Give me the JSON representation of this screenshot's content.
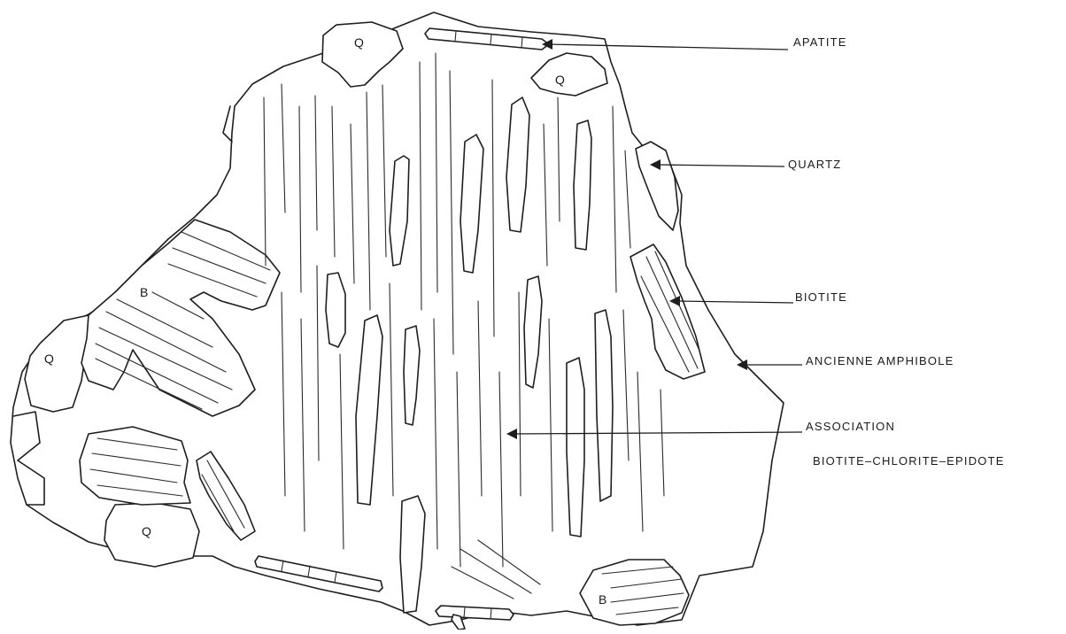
{
  "labels": {
    "apatite": "APATITE",
    "quartz": "QUARTZ",
    "biotite": "BIOTITE",
    "ancienne_amphibole": "ANCIENNE AMPHIBOLE",
    "association_line1": "ASSOCIATION",
    "association_line2": "BIOTITE–CHLORITE–EPIDOTE"
  },
  "grain_letters": {
    "q_top_left": "Q",
    "q_top_right": "Q",
    "q_left": "Q",
    "q_bottom": "Q",
    "b_left": "B",
    "b_bottom": "B"
  },
  "colors": {
    "ink": "#1e1e1e",
    "paper": "#ffffff"
  }
}
